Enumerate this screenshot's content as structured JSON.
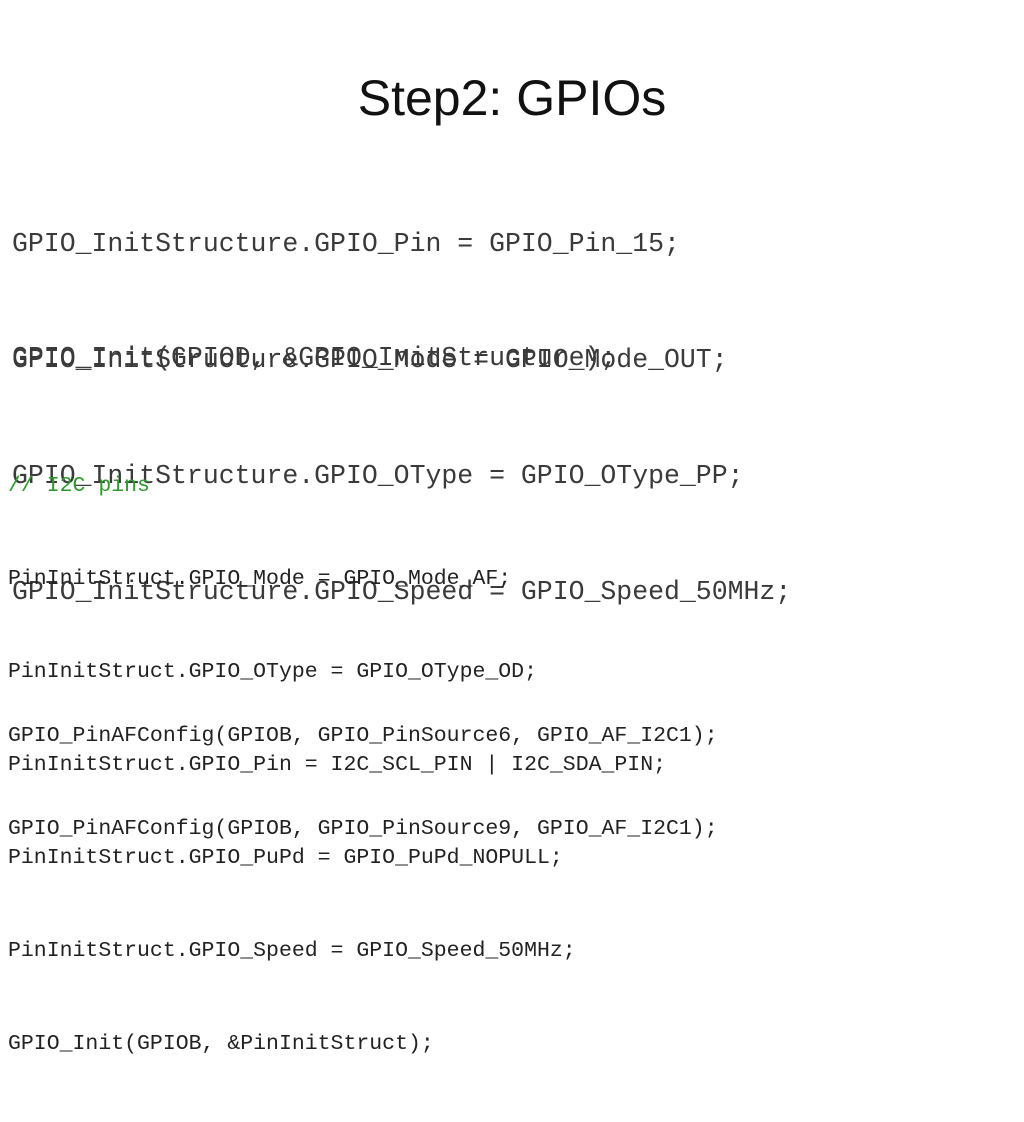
{
  "slide": {
    "title": "Step2: GPIOs"
  },
  "code_block_1": {
    "lines": [
      "GPIO_InitStructure.GPIO_Pin = GPIO_Pin_15;",
      "GPIO_InitStructure.GPIO_Mode = GPIO_Mode_OUT;",
      "GPIO_InitStructure.GPIO_OType = GPIO_OType_PP;",
      "GPIO_InitStructure.GPIO_Speed = GPIO_Speed_50MHz;"
    ],
    "init_call": "GPIO_Init(GPIOD, &GPIO_InitStructure);"
  },
  "code_block_2": {
    "comment": "// I2C pins",
    "lines": [
      "PinInitStruct.GPIO_Mode = GPIO_Mode_AF;",
      "PinInitStruct.GPIO_OType = GPIO_OType_OD;",
      "PinInitStruct.GPIO_Pin = I2C_SCL_PIN | I2C_SDA_PIN;",
      "PinInitStruct.GPIO_PuPd = GPIO_PuPd_NOPULL;",
      "PinInitStruct.GPIO_Speed = GPIO_Speed_50MHz;",
      "GPIO_Init(GPIOB, &PinInitStruct);"
    ]
  },
  "code_block_3": {
    "lines": [
      "GPIO_PinAFConfig(GPIOB, GPIO_PinSource6, GPIO_AF_I2C1);",
      "GPIO_PinAFConfig(GPIOB, GPIO_PinSource9, GPIO_AF_I2C1);"
    ]
  },
  "colors": {
    "background": "#ffffff",
    "title_text": "#111111",
    "code_text": "#3a3a3a",
    "comment_text": "#2e9a2e"
  }
}
